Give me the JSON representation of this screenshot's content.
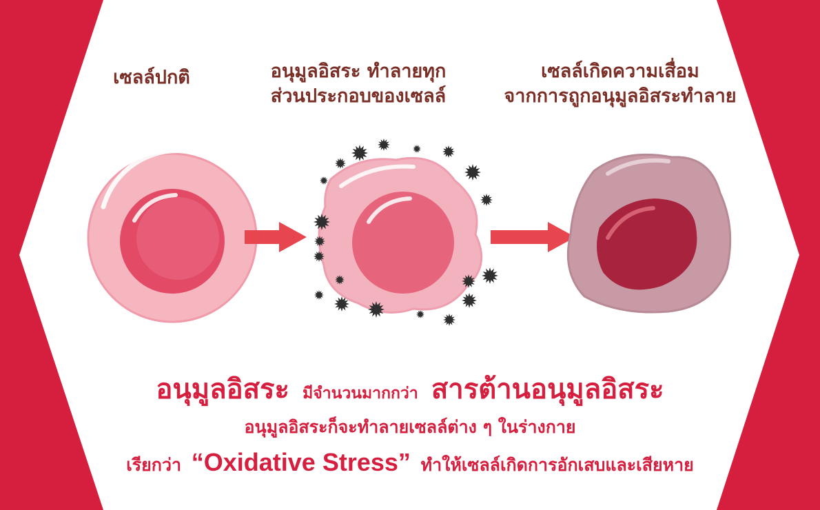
{
  "colors": {
    "frame": "#d61f3e",
    "label_text": "#7a2e26",
    "caption_text": "#d61f3e",
    "healthy_cell": "#f6b6c0",
    "healthy_nucleus": "#e24a66",
    "damaged_cell": "#c79aa6",
    "damaged_nucleus": "#a8233e",
    "free_radical": "#2f2f2f",
    "arrow": "#e8464f"
  },
  "stages": {
    "normal": {
      "label": "เซลล์ปกติ"
    },
    "attacked": {
      "line1": "อนุมูลอิสระ ทำลายทุก",
      "line2": "ส่วนประกอบของเซลล์"
    },
    "damaged": {
      "line1": "เซลล์เกิดความเสื่อม",
      "line2": "จากการถูกอนุมูลอิสระทำลาย"
    }
  },
  "captions": {
    "line1_start": "อนุมูลอิสระ",
    "line1_middle": "มีจำนวนมากกว่า",
    "line1_end": "สารต้านอนุมูลอิสระ",
    "line2": "อนุมูลอิสระก็จะทำลายเซลล์ต่าง ๆ ในร่างกาย",
    "line3_start": "เรียกว่า",
    "line3_term": "“Oxidative Stress”",
    "line3_end": "ทำให้เซลล์เกิดการอักเสบและเสียหาย"
  }
}
